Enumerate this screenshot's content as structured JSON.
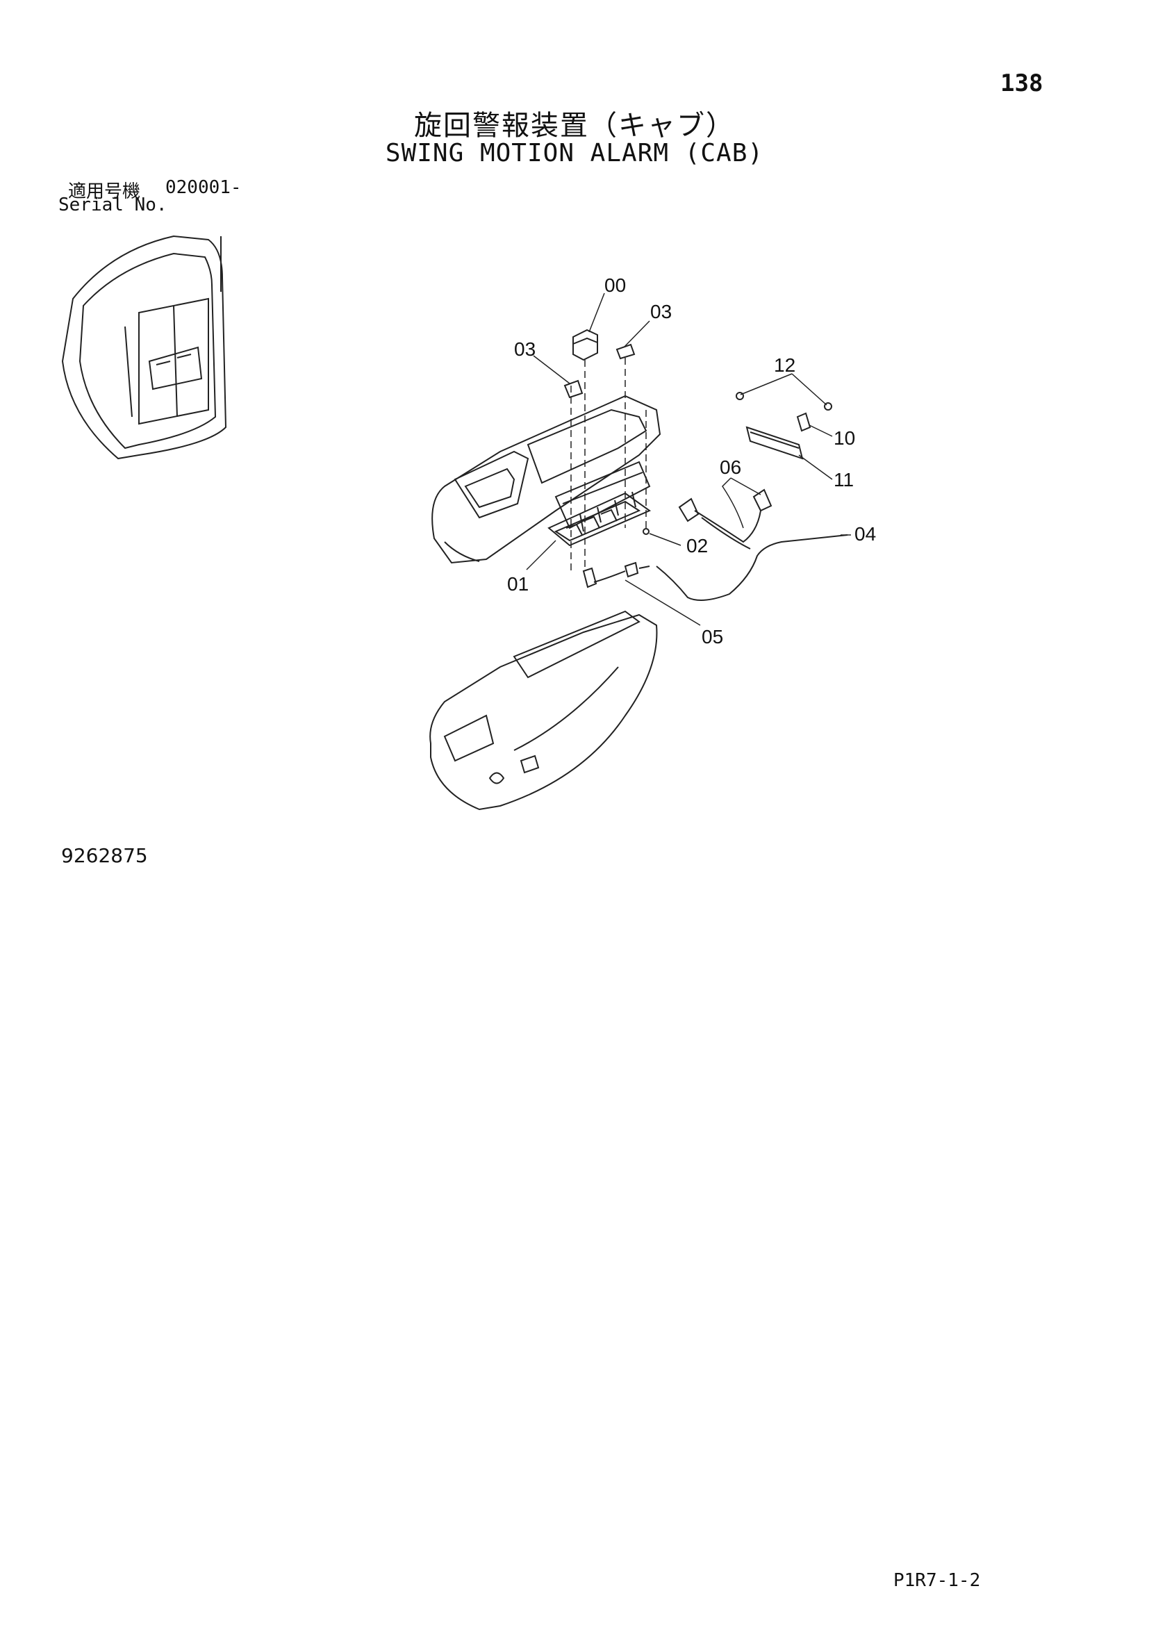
{
  "header": {
    "page_number": "138",
    "title_jp": "旋回警報装置（キャブ）",
    "title_en": "SWING MOTION ALARM (CAB)"
  },
  "serial": {
    "label_jp": "適用号機",
    "value": "020001-",
    "label_en": "Serial No."
  },
  "diagram": {
    "callouts": {
      "c00": "00",
      "c03a": "03",
      "c03b": "03",
      "c12": "12",
      "c10": "10",
      "c11": "11",
      "c06": "06",
      "c04": "04",
      "c02": "02",
      "c01": "01",
      "c05": "05"
    }
  },
  "footer": {
    "drawing_number": "9262875",
    "page_code": "P1R7-1-2"
  }
}
